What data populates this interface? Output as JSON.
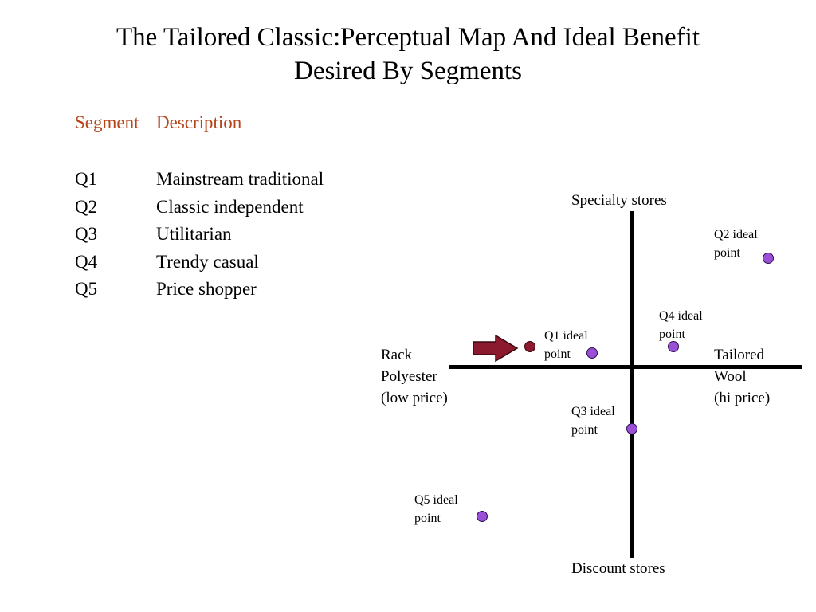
{
  "title": {
    "line1": "The Tailored Classic:Perceptual Map And Ideal Benefit",
    "line2": "Desired By Segments"
  },
  "segments": {
    "header_segment": "Segment",
    "header_description": "Description",
    "items": [
      {
        "code": "Q1",
        "description": "Mainstream traditional"
      },
      {
        "code": "Q2",
        "description": "Classic independent"
      },
      {
        "code": "Q3",
        "description": "Utilitarian"
      },
      {
        "code": "Q4",
        "description": "Trendy casual"
      },
      {
        "code": "Q5",
        "description": "Price shopper"
      }
    ]
  },
  "axes": {
    "top": "Specialty stores",
    "bottom": "Discount stores",
    "left": [
      "Rack",
      "Polyester",
      "(low price)"
    ],
    "right": [
      "Tailored",
      "Wool",
      "(hi price)"
    ]
  },
  "points": [
    {
      "id": "q1",
      "label": [
        "Q1  ideal",
        "point"
      ]
    },
    {
      "id": "q2",
      "label": [
        "Q2 ideal",
        "point"
      ]
    },
    {
      "id": "q3",
      "label": [
        "Q3 ideal",
        "point"
      ]
    },
    {
      "id": "q4",
      "label": [
        "Q4  ideal",
        "point"
      ]
    },
    {
      "id": "q5",
      "label": [
        "Q5 ideal",
        "point"
      ]
    }
  ],
  "colors": {
    "ideal_point": "#9a4fd6",
    "current_position": "#8b1a2e",
    "header_text": "#b5451b"
  },
  "icons": {
    "arrow": "right-arrow-icon"
  }
}
